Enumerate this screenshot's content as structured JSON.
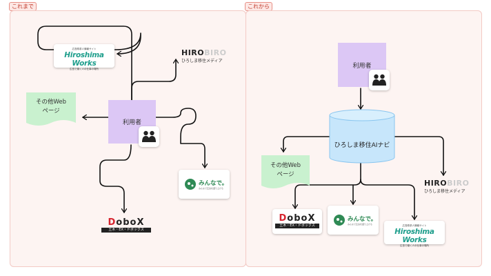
{
  "panels": {
    "before": {
      "tag": "これまで"
    },
    "after": {
      "tag": "これから"
    }
  },
  "user": {
    "label": "利用者"
  },
  "other_web": {
    "line1": "その他Web",
    "line2": "ページ"
  },
  "hub": {
    "label": "ひろしま移住AIナビ"
  },
  "hiroshima_works": {
    "small": "広島県求人情報サイト",
    "title": "Hiroshima Works",
    "tagline": "広島で働く人の仕事の場所"
  },
  "hirobiro": {
    "title_dark": "HIRO",
    "title_light": "BIRO",
    "subtitle": "ひろしま移住メディア"
  },
  "dobox": {
    "title_red": "D",
    "title_dark": "oboX",
    "subtitle": "土木・EX・ドボックス"
  },
  "minnade": {
    "title": "みんなで。",
    "subtitle": "みんなで広島を盛り上げる"
  },
  "colors": {
    "panel_bg": "#fdf4f2",
    "panel_border": "#f3c9c4",
    "user_box": "#dcc7f5",
    "web_page": "#c9f1cf",
    "hub_fill": "#c7e6fb",
    "hub_stroke": "#88c5ef",
    "works_teal": "#1e9e8c",
    "dobox_red": "#d6242e",
    "minnade_green": "#2f8a55"
  },
  "icons": [
    "people-icon",
    "arrow-icon",
    "leaf-logo-icon"
  ]
}
